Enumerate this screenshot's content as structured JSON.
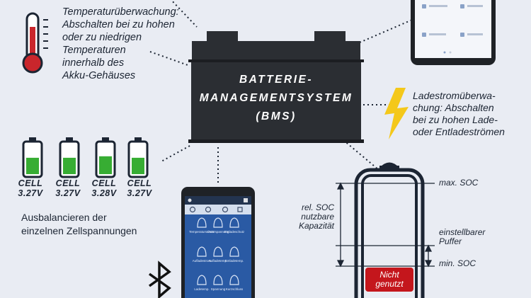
{
  "temperature": {
    "text_lines": [
      "Temperaturüberwachung:",
      "Abschalten bei zu hohen",
      "oder zu niedrigen",
      "Temperaturen",
      "innerhalb des",
      "Akku-Gehäuses"
    ]
  },
  "bms": {
    "lines": [
      "BATTERIE-",
      "MANAGEMENTSYSTEM",
      "(BMS)"
    ]
  },
  "charge_current": {
    "text_lines": [
      "Ladestromüberwa-",
      "chung: Abschalten",
      "bei zu hohen Lade-",
      "oder Entladeströmen"
    ]
  },
  "cells": [
    {
      "label": "CELL",
      "voltage": "3.27V",
      "fill": 0.55
    },
    {
      "label": "CELL",
      "voltage": "3.27V",
      "fill": 0.55
    },
    {
      "label": "CELL",
      "voltage": "3.28V",
      "fill": 0.6
    },
    {
      "label": "CELL",
      "voltage": "3.27V",
      "fill": 0.55
    }
  ],
  "balancing": {
    "text_lines": [
      "Ausbalancieren der",
      "einzelnen Zellspannungen"
    ]
  },
  "soc": {
    "max_label": "max. SOC",
    "rel_lines": [
      "rel. SOC",
      "nutzbare",
      "Kapazität"
    ],
    "buffer_lines": [
      "einstellbarer",
      "Puffer"
    ],
    "min_label": "min. SOC",
    "unused_lines": [
      "Nicht",
      "genutzt"
    ]
  },
  "app": {
    "cells": [
      [
        "Temperaturschutz",
        "Unterspannung",
        "Entladeschutz"
      ],
      [
        "Aufladestrom",
        "Aufladetemp.",
        "Entladetemp."
      ],
      [
        "Ladetemp.",
        "Spannung",
        "Kurzschluss"
      ]
    ]
  },
  "colors": {
    "battery": "#2b2e33",
    "cell_green": "#37ad33",
    "bolt": "#f4c81a",
    "app_blue": "#2a5aa4",
    "unused_red": "#c4161c",
    "thermo_red": "#c9262c"
  }
}
